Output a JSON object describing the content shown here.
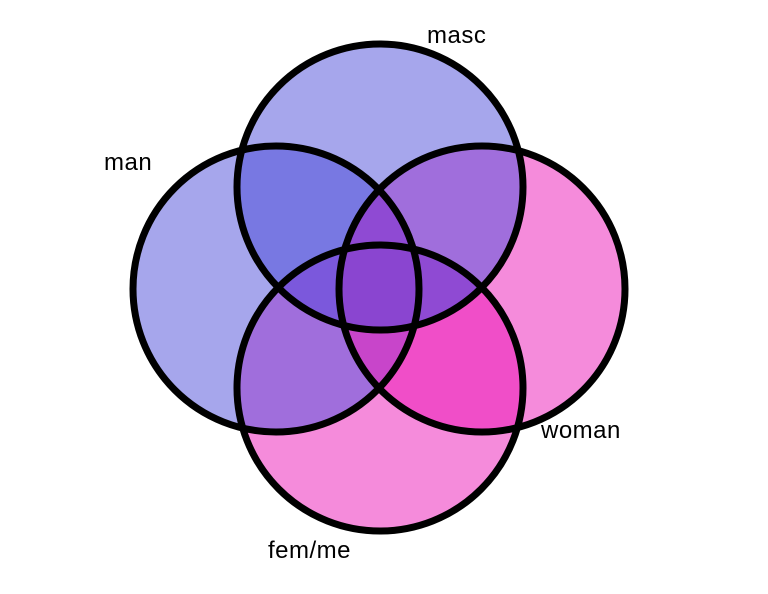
{
  "diagram": {
    "type": "venn",
    "sets": [
      {
        "key": "masc",
        "label": "masc",
        "color": "#A6A6EC"
      },
      {
        "key": "man",
        "label": "man",
        "color": "#A6A6EC"
      },
      {
        "key": "woman",
        "label": "woman",
        "color": "#F58BDB"
      },
      {
        "key": "fem",
        "label": "fem/me",
        "color": "#F58BDB"
      }
    ],
    "region_colors": {
      "masc_man": "#7878E2",
      "masc_woman": "#A06EDC",
      "man_fem": "#A06EDC",
      "woman_fem": "#F04EC8",
      "masc_man_fem": "#7B58DC",
      "masc_woman_fem": "#8F4AD3",
      "man_woman_fem": "#C845CA",
      "all_four": "#8A45D0"
    },
    "outline_color": "#000000"
  }
}
